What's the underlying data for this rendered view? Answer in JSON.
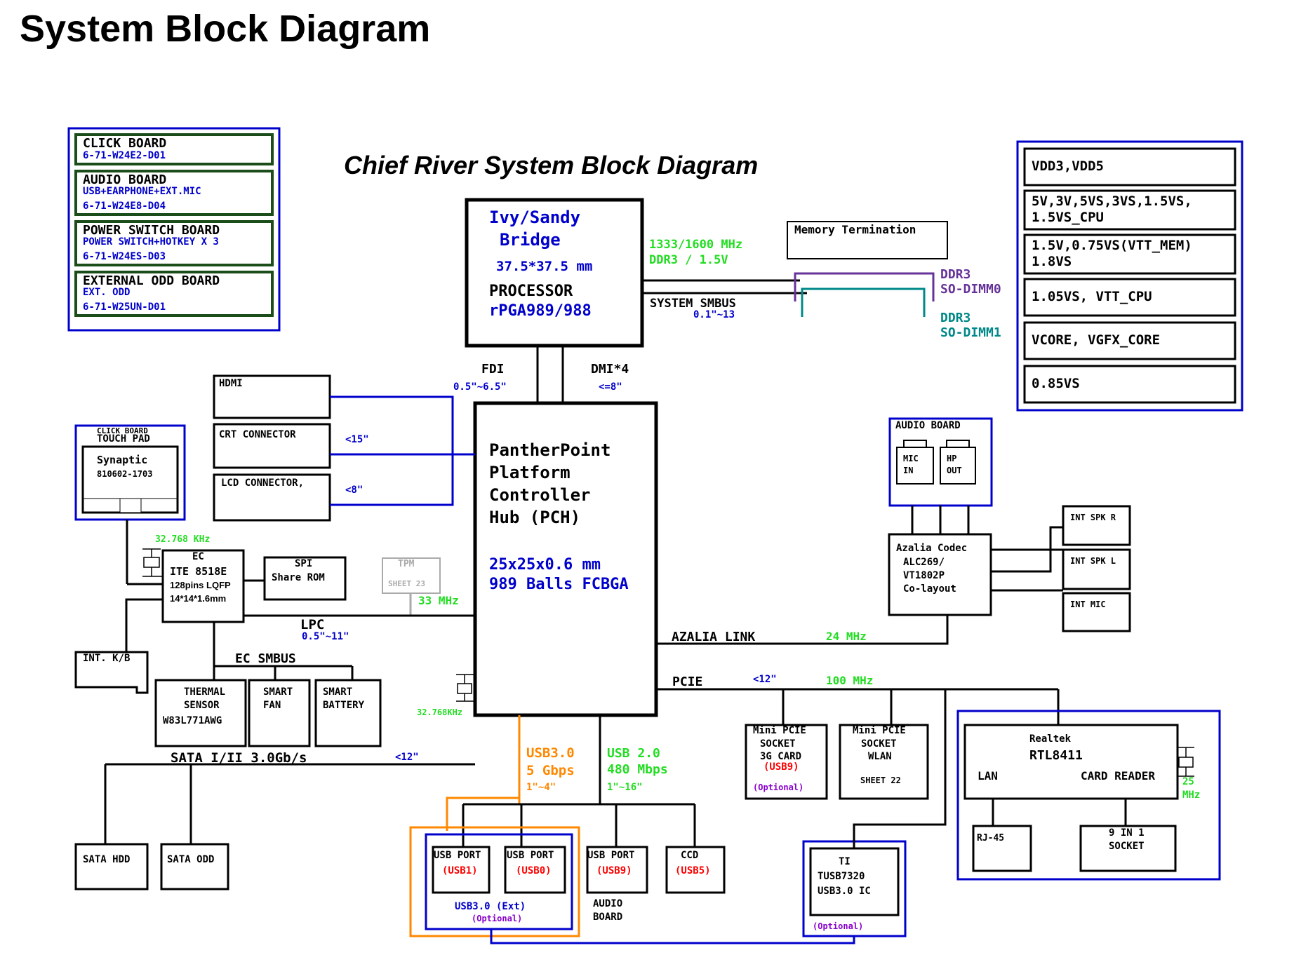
{
  "page_title": "System Block Diagram",
  "subtitle": "Chief River System Block Diagram",
  "boards": [
    {
      "name": "CLICK BOARD",
      "lines": [
        "6-71-W24E2-D01"
      ]
    },
    {
      "name": "AUDIO BOARD",
      "lines": [
        "USB+EARPHONE+EXT.MIC",
        "6-71-W24E8-D04"
      ]
    },
    {
      "name": "POWER SWITCH BOARD",
      "lines": [
        "POWER SWITCH+HOTKEY X 3",
        "6-71-W24ES-D03"
      ]
    },
    {
      "name": "EXTERNAL ODD BOARD",
      "lines": [
        "EXT. ODD",
        "6-71-W25UN-D01"
      ]
    }
  ],
  "power_rails": [
    [
      "VDD3,VDD5"
    ],
    [
      "5V,3V,5VS,3VS,1.5VS,",
      "1.5VS_CPU"
    ],
    [
      "1.5V,0.75VS(VTT_MEM)",
      "1.8VS"
    ],
    [
      "1.05VS, VTT_CPU"
    ],
    [
      "VCORE, VGFX_CORE"
    ],
    [
      "0.85VS"
    ]
  ],
  "cpu": {
    "line1": "Ivy/Sandy",
    "line2": "Bridge",
    "size": "37.5*37.5 mm",
    "label": "PROCESSOR",
    "package": "rPGA989/988"
  },
  "memory": {
    "speed": "1333/1600 MHz",
    "type": "DDR3 / 1.5V",
    "termination": "Memory Termination",
    "dimm0": [
      "DDR3",
      "SO-DIMM0"
    ],
    "dimm1": [
      "DDR3",
      "SO-DIMM1"
    ],
    "smbus": "SYSTEM SMBUS",
    "smbus_len": "0.1\"~13"
  },
  "links": {
    "fdi": "FDI",
    "fdi_len": "0.5\"~6.5\"",
    "dmi": "DMI*4",
    "dmi_len": "<=8\"",
    "lpc": "LPC",
    "lpc_len": "0.5\"~11\"",
    "tpm_clk": "33 MHz",
    "azalia": "AZALIA LINK",
    "azalia_clk": "24 MHz",
    "pcie": "PCIE",
    "pcie_len": "<12\"",
    "pcie_clk": "100 MHz",
    "sata": "SATA I/II 3.0Gb/s",
    "sata_len": "<12\"",
    "ec_smbus": "EC SMBUS",
    "ec_crystal": "32.768 KHz",
    "pch_crystal": "32.768KHz",
    "usb3_name": "USB3.0",
    "usb3_speed": "5 Gbps",
    "usb3_len": "1\"~4\"",
    "usb2_name": "USB 2.0",
    "usb2_speed": "480 Mbps",
    "usb2_len": "1\"~16\""
  },
  "display": {
    "hdmi": "HDMI",
    "crt": "CRT CONNECTOR",
    "crt_len": "<15\"",
    "lcd": "LCD CONNECTOR,",
    "lcd_len": "<8\""
  },
  "pch": {
    "lines": [
      "PantherPoint",
      "Platform",
      "Controller",
      "Hub (PCH)"
    ],
    "size": "25x25x0.6 mm",
    "package": "989 Balls FCBGA"
  },
  "touchpad": {
    "board": "CLICK BOARD",
    "title": "TOUCH PAD",
    "vendor": "Synaptic",
    "part": "810602-1703"
  },
  "ec": {
    "title": "EC",
    "chip": "ITE 8518E",
    "pkg": "128pins LQFP",
    "size": "14*14*1.6mm"
  },
  "spi": {
    "line1": "SPI",
    "line2": "Share ROM"
  },
  "tpm": {
    "title": "TPM",
    "sheet": "SHEET 23"
  },
  "kb": "INT. K/B",
  "thermal": [
    "THERMAL",
    "SENSOR",
    "W83L771AWG"
  ],
  "fan": [
    "SMART",
    "FAN"
  ],
  "battery": [
    "SMART",
    "BATTERY"
  ],
  "sata_hdd": "SATA HDD",
  "sata_odd": "SATA ODD",
  "usb_ports": [
    {
      "label": "USB PORT",
      "port": "(USB1)"
    },
    {
      "label": "USB PORT",
      "port": "(USB0)"
    },
    {
      "label": "USB PORT",
      "port": "(USB9)"
    },
    {
      "label": "CCD",
      "port": "(USB5)"
    }
  ],
  "usb3_group": {
    "label": "USB3.0 (Ext)",
    "note": "(Optional)"
  },
  "audio_board_label": [
    "AUDIO",
    "BOARD"
  ],
  "ti": {
    "lines": [
      "TI",
      "TUSB7320",
      "USB3.0 IC"
    ],
    "note": "(Optional)"
  },
  "mini_3g": {
    "lines": [
      "Mini PCIE",
      "SOCKET",
      "3G CARD"
    ],
    "port": "(USB9)",
    "note": "(Optional)"
  },
  "mini_wlan": {
    "lines": [
      "Mini PCIE",
      "SOCKET",
      "WLAN"
    ],
    "sheet": "SHEET 22"
  },
  "realtek": {
    "vendor": "Realtek",
    "chip": "RTL8411",
    "lan": "LAN",
    "card": "CARD READER",
    "clk": [
      "25",
      "MHz"
    ]
  },
  "rj45": "RJ-45",
  "socket9in1": [
    "9 IN 1",
    "SOCKET"
  ],
  "audio_board": {
    "title": "AUDIO BOARD",
    "mic": [
      "MIC",
      "IN"
    ],
    "hp": [
      "HP",
      "OUT"
    ]
  },
  "codec": [
    "Azalia Codec",
    "ALC269/",
    "VT1802P",
    "Co-layout"
  ],
  "spk_r": "INT SPK R",
  "spk_l": "INT SPK L",
  "int_mic": "INT MIC"
}
